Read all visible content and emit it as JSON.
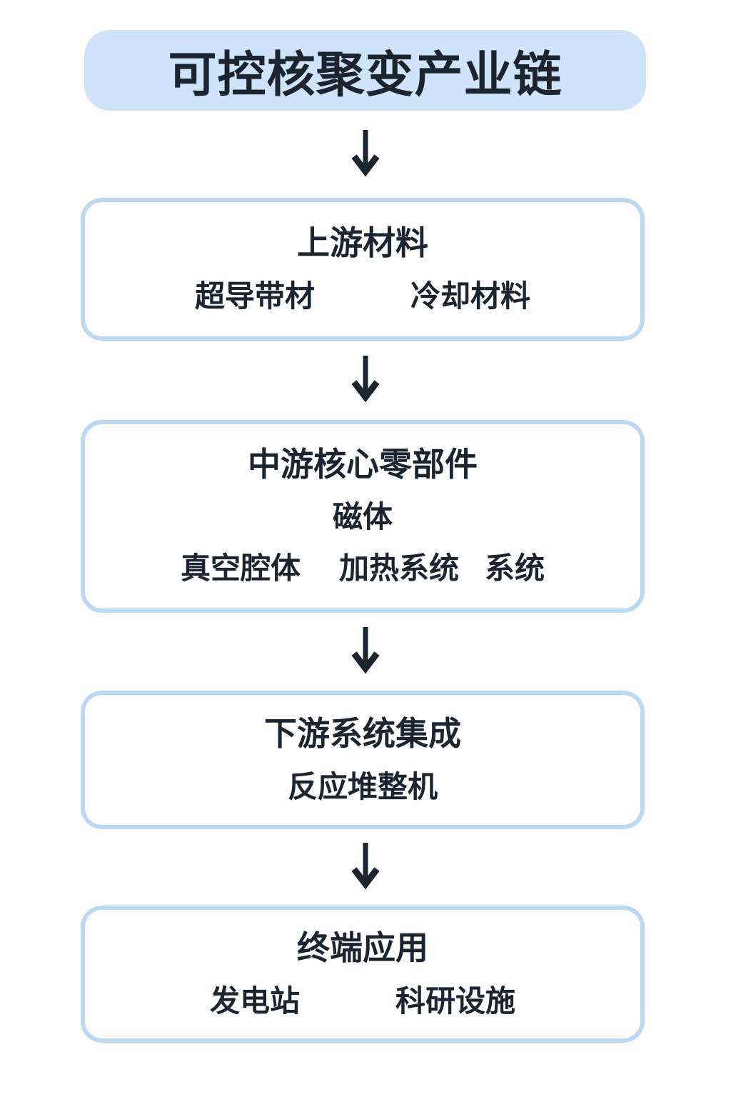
{
  "diagram": {
    "title": "可控核聚变产业链",
    "stages": [
      {
        "name": "upstream-materials",
        "header": "上游材料",
        "rows": [
          [
            "超导带材",
            "冷却材料"
          ]
        ]
      },
      {
        "name": "midstream-core-components",
        "header": "中游核心零部件",
        "rows": [
          [
            "磁体"
          ],
          [
            "真空腔体",
            "加热系统",
            "系统"
          ]
        ]
      },
      {
        "name": "downstream-system-integration",
        "header": "下游系统集成",
        "rows": [
          [
            "反应堆整机"
          ]
        ]
      },
      {
        "name": "terminal-applications",
        "header": "终端应用",
        "rows": [
          [
            "发电站",
            "科研设施"
          ]
        ]
      }
    ],
    "flow_arrow_icon": "down-arrow"
  },
  "colors": {
    "title_bg": "#cfe3fa",
    "box_border": "#bdd8f3",
    "box_bg": "#ffffff",
    "text": "#1c2430",
    "arrow": "#1d2530",
    "page_bg": "#ffffff"
  }
}
